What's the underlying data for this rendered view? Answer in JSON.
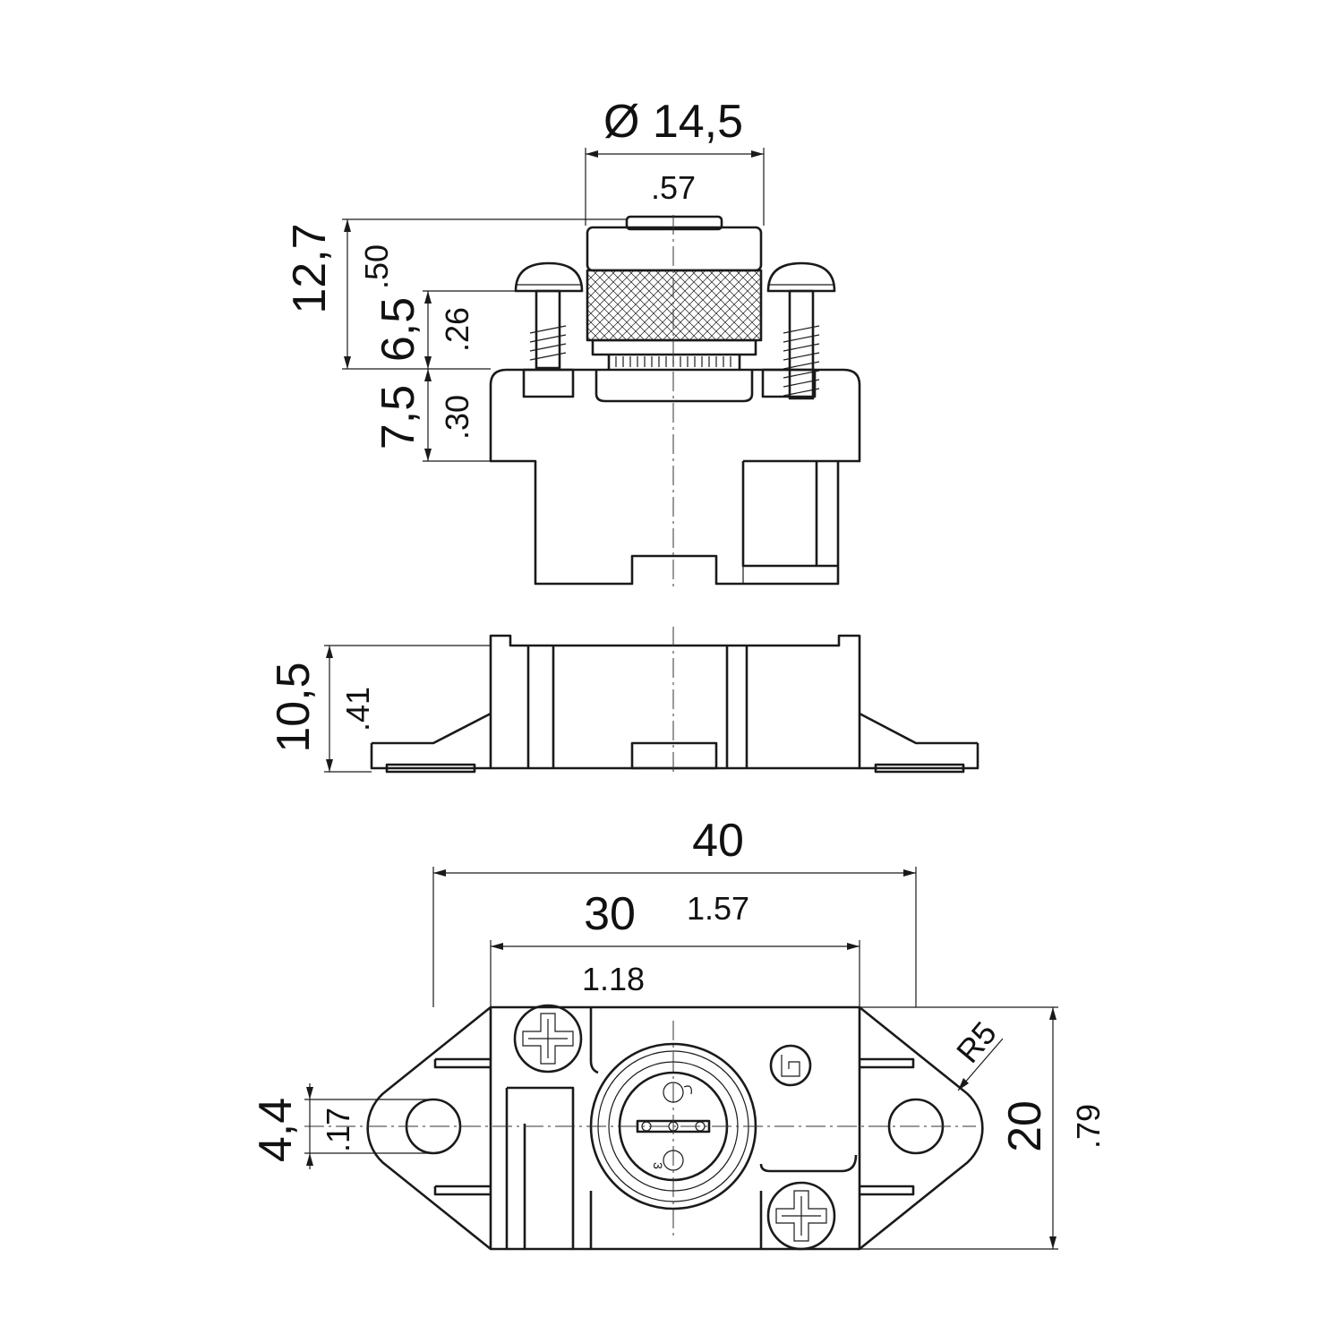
{
  "top_view": {
    "diameter": "Ø 14,5",
    "diameter_in": ".57",
    "height_total": "12,7",
    "height_total_in": ".50",
    "height_upper": "6,5",
    "height_upper_in": ".26",
    "height_lower": "7,5",
    "height_lower_in": ".30"
  },
  "side_view": {
    "height": "10,5",
    "height_in": ".41"
  },
  "bottom_view": {
    "width_total": "40",
    "width_total_in": "1.57",
    "hole_spacing": "30",
    "hole_spacing_in": "1.18",
    "hole_dia": "4,4",
    "hole_dia_in": ".17",
    "flange_height": "20",
    "flange_height_in": ".79",
    "radius": "R5",
    "pin_label": "3"
  },
  "colors": {
    "line": "#1a1a1a",
    "background": "#ffffff"
  }
}
